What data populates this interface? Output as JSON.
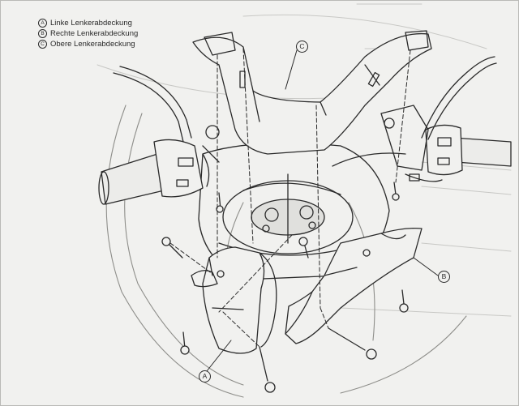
{
  "legend": {
    "items": [
      {
        "key": "A",
        "label": "Linke Lenkerabdeckung"
      },
      {
        "key": "B",
        "label": "Rechte Lenkerabdeckung"
      },
      {
        "key": "C",
        "label": "Obere Lenkerabdeckung"
      }
    ]
  },
  "callouts": {
    "a": "A",
    "b": "B",
    "c": "C"
  },
  "colors": {
    "line": "#2a2a2a",
    "paper": "#f1f1ef",
    "shade": "#c8c8c5"
  }
}
